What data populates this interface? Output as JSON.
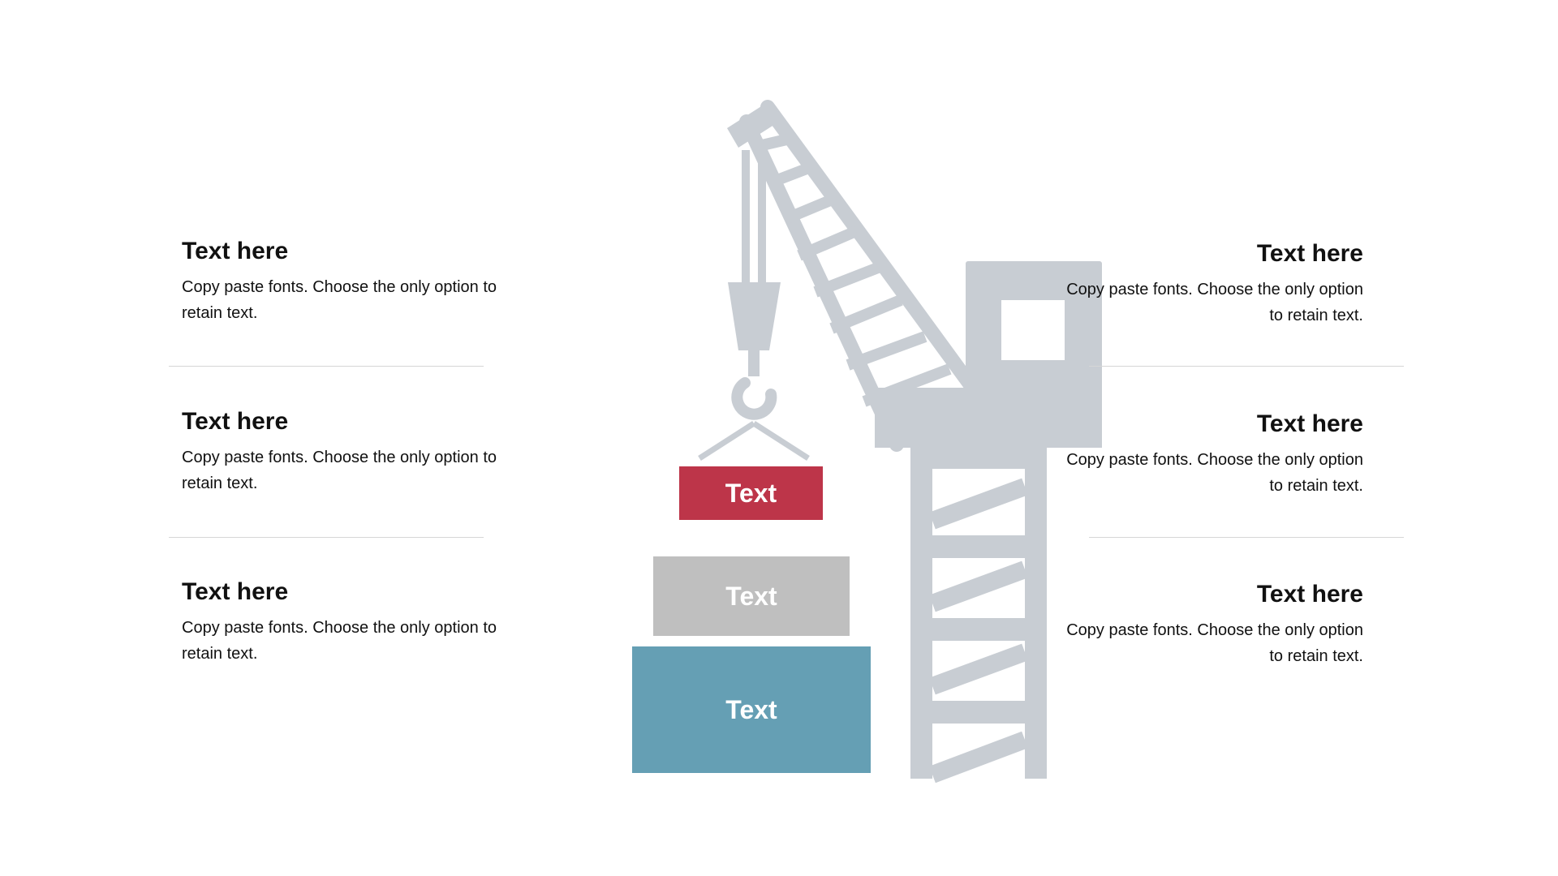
{
  "left_items": [
    {
      "title": "Text here",
      "body": "Copy paste fonts. Choose the only option to retain text."
    },
    {
      "title": "Text here",
      "body": "Copy paste fonts. Choose the only option to retain text."
    },
    {
      "title": "Text here",
      "body": "Copy paste fonts. Choose the only option to retain text."
    }
  ],
  "right_items": [
    {
      "title": "Text here",
      "body": "Copy paste fonts. Choose the only option to retain text."
    },
    {
      "title": "Text here",
      "body": "Copy paste fonts. Choose the only option to retain text."
    },
    {
      "title": "Text here",
      "body": "Copy paste fonts. Choose the only option to retain text."
    }
  ],
  "boxes": [
    {
      "label": "Text",
      "color": "#bd3549"
    },
    {
      "label": "Text",
      "color": "#bfbfbf"
    },
    {
      "label": "Text",
      "color": "#659fb4"
    }
  ],
  "colors": {
    "crane": "#c8cdd3",
    "divider": "#d6d6d6"
  },
  "icons": {
    "crane": "crane-icon"
  }
}
